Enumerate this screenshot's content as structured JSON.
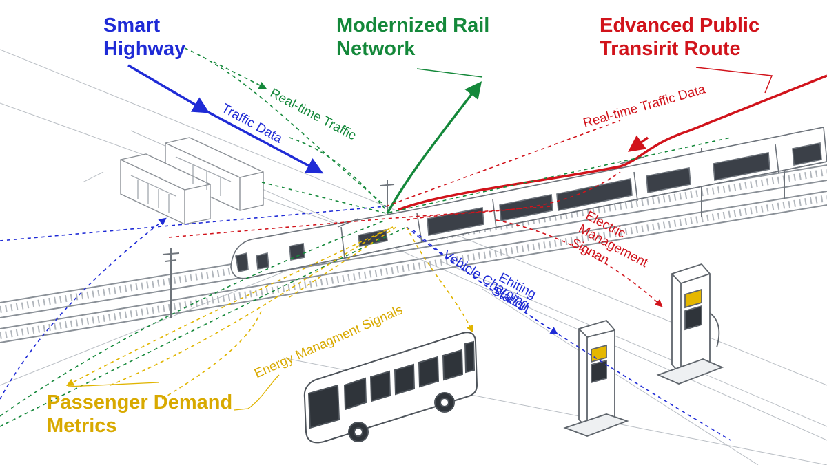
{
  "labels": {
    "smart_highway": [
      "Smart",
      "Highway"
    ],
    "rail_network": [
      "Modernized Rail",
      "Network"
    ],
    "public_transit": [
      "Edvanced Public",
      "Transirit Route"
    ],
    "passenger_demand": [
      "Passenger Demand",
      "Metrics"
    ],
    "traffic_data_blue": [
      "Traffic Data"
    ],
    "realtime_traffic_green": [
      "Real-time Traffic"
    ],
    "realtime_traffic_red": [
      "Real-time Traffic Data"
    ],
    "electric_signal": [
      "Electric",
      "Management",
      "Signan"
    ],
    "energy_signals": [
      "Energy Managment Signals"
    ],
    "vehicle_charging": [
      "Vehicle Charging"
    ],
    "ehiting_station": [
      "Ehiting",
      "Station"
    ]
  },
  "colors": {
    "blue": "#1f2bd6",
    "green": "#14883a",
    "red": "#d1131b",
    "yellow": "#e0b400",
    "linework": "#7c8289"
  },
  "icons": [
    "train-icon",
    "bus-icon",
    "charging-station-icon",
    "depot-building-icon",
    "rail-track-icon",
    "utility-pole-icon"
  ]
}
